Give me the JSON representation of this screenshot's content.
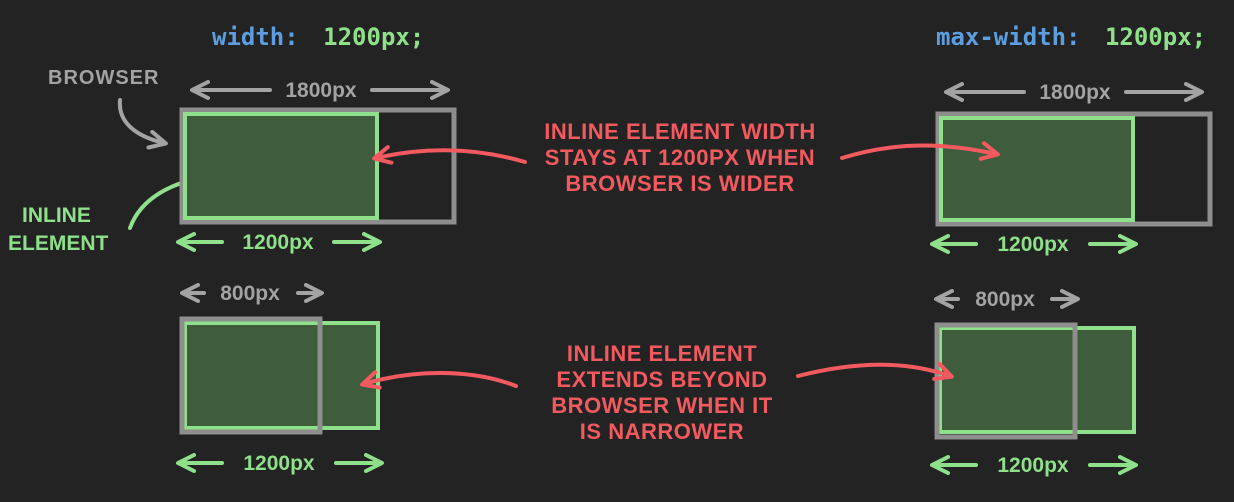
{
  "headers": {
    "left_prop": "width:",
    "left_value": "1200px;",
    "right_prop": "max-width:",
    "right_value": "1200px;"
  },
  "labels": {
    "browser": "BROWSER",
    "inline_line1": "INLINE",
    "inline_line2": "ELEMENT"
  },
  "measures": {
    "wide_browser": "1800px",
    "narrow_browser": "800px",
    "element": "1200px"
  },
  "notes": {
    "top": [
      "INLINE ELEMENT WIDTH",
      "STAYS AT 1200PX WHEN",
      "BROWSER IS WIDER"
    ],
    "bottom": [
      "INLINE ELEMENT",
      "EXTENDS BEYOND",
      "BROWSER WHEN IT",
      "IS NARROWER"
    ]
  },
  "colors": {
    "background": "#232323",
    "gray": "#8e8e8e",
    "green": "#8fe08a",
    "element_fill": "#3f5c3d",
    "red": "#f25a60",
    "code_blue": "#5c9ee0",
    "code_green": "#8fe08a"
  }
}
